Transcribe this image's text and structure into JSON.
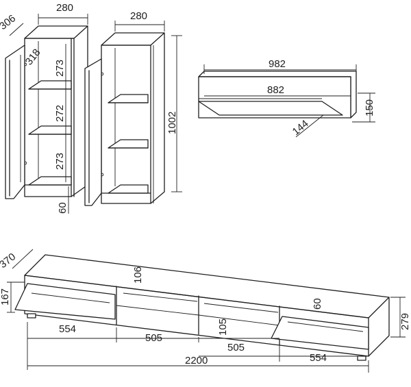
{
  "title": "",
  "dimensions": {
    "left_cabinet": {
      "width": "280",
      "depth": "306",
      "door_depth": "318",
      "shelf_top": "273",
      "shelf_mid": "272",
      "shelf_bottom": "273",
      "plinth": "60"
    },
    "right_cabinet": {
      "width": "280",
      "height": "1002"
    },
    "wall_shelf": {
      "length": "982",
      "inner_length": "882",
      "height": "150",
      "depth": "144"
    },
    "tv_unit": {
      "depth": "370",
      "drawer_height": "167",
      "height": "279",
      "inner_top": "106",
      "inner_bottom": "105",
      "inner_right": "60",
      "sections": [
        "554",
        "505",
        "505",
        "554"
      ],
      "total_length": "2200"
    }
  },
  "colors": {
    "line": "#1e1e1e",
    "background": "#ffffff"
  }
}
